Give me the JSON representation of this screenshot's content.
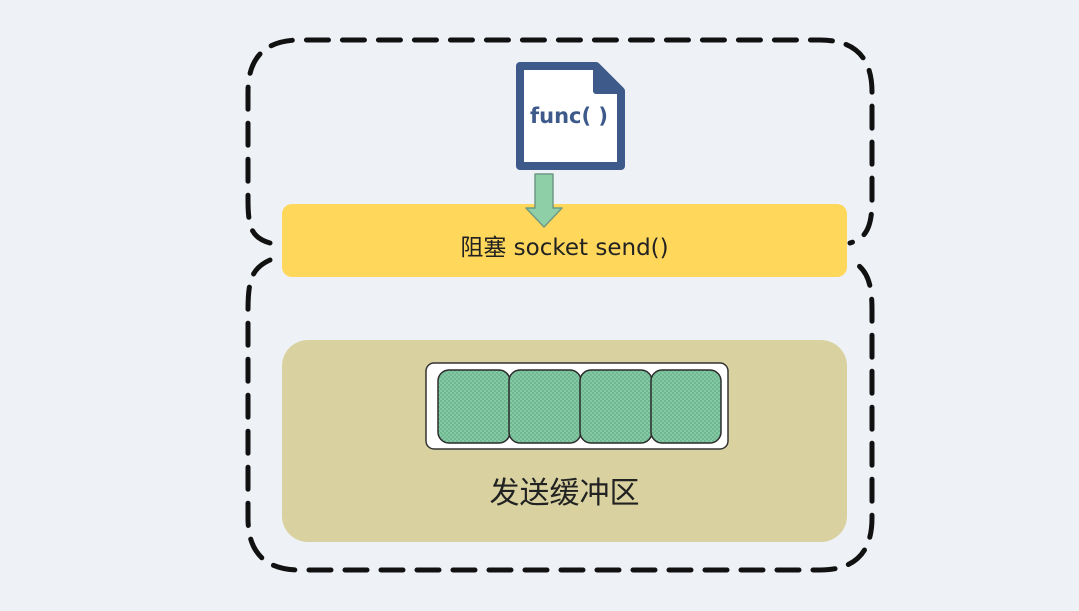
{
  "diagram": {
    "func_label": "func( )",
    "send_label": "阻塞 socket send()",
    "buffer_label": "发送缓冲区",
    "buffer_slot_count": 4
  },
  "colors": {
    "background": "#eef1f6",
    "dashed_border": "#111111",
    "send_bar": "#ffd75a",
    "buffer_area": "#d9d2a0",
    "buffer_slot": "#7fc5a0",
    "file_icon_stroke": "#3d5a8a",
    "arrow_fill": "#8fcfa8",
    "arrow_stroke": "#6f9a85"
  }
}
